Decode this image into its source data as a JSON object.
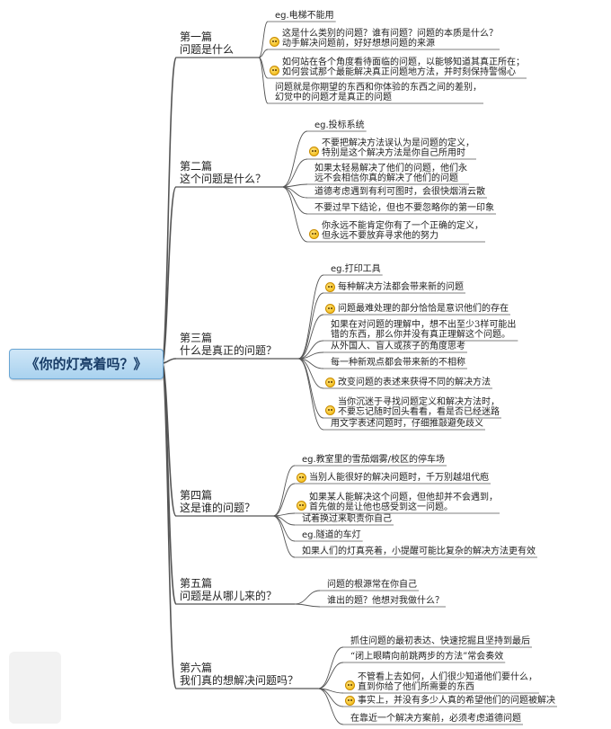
{
  "root": {
    "label": "《你的灯亮着吗？》"
  },
  "chapters": [
    {
      "title": "第一篇",
      "subtitle": "问题是什么",
      "items": [
        {
          "text": "eg.电梯不能用",
          "eg": true
        },
        {
          "lines": [
            "这是什么类别的问题？谁有问题？问题的本质是什么？",
            "动手解决问题前，好好想想问题的来源"
          ],
          "icon": "smiley-icon"
        },
        {
          "lines": [
            "如何站在各个角度看待面临的问题，以能够知道其真正所在；",
            "如何尝试那个最能解决真正问题地方法，并时刻保持警惕心"
          ],
          "icon": "smiley-icon"
        },
        {
          "lines": [
            "问题就是你期望的东西和你体验的东西之间的差别，",
            "幻觉中的问题才是真正的问题"
          ]
        }
      ]
    },
    {
      "title": "第二篇",
      "subtitle": "这个问题是什么？",
      "items": [
        {
          "text": "eg.投标系统",
          "eg": true
        },
        {
          "lines": [
            "不要把解决方法误认为是问题的定义，",
            "特别是这个解决方法是你自己所用时"
          ],
          "icon": "smiley-icon"
        },
        {
          "lines": [
            "如果太轻易解决了他们的问题，他们永",
            "远不会相信你真的解决了他们的问题"
          ]
        },
        {
          "lines": [
            "道德考虑遇到有利可图时，会很快烟消云散"
          ]
        },
        {
          "lines": [
            "不要过早下结论，但也不要忽略你的第一印象"
          ]
        },
        {
          "lines": [
            "你永远不能肯定你有了一个正确的定义，",
            "但永远不要放弃寻求他的努力"
          ],
          "icon": "smiley-icon"
        }
      ]
    },
    {
      "title": "第三篇",
      "subtitle": "什么是真正的问题？",
      "items": [
        {
          "text": "eg.打印工具",
          "eg": true
        },
        {
          "lines": [
            "每种解决方法都会带来新的问题"
          ],
          "icon": "smiley-icon"
        },
        {
          "lines": [
            "问题最难处理的部分恰恰是意识他们的存在"
          ],
          "icon": "smiley-icon"
        },
        {
          "lines": [
            "如果在对问题的理解中，想不出至少3样可能出",
            "错的东西，那么你并没有真正理解这个问题。"
          ]
        },
        {
          "lines": [
            "从外国人、盲人或孩子的角度思考"
          ]
        },
        {
          "lines": [
            "每一种新观点都会带来新的不相称"
          ]
        },
        {
          "lines": [
            "改变问题的表述来获得不同的解决方法"
          ],
          "icon": "smiley-icon"
        },
        {
          "lines": [
            "当你沉迷于寻找问题定义和解决方法时，",
            "不要忘记随时回头看看，看是否已经迷路"
          ],
          "icon": "smiley-icon"
        },
        {
          "lines": [
            "用文字表述问题时，仔细推敲避免歧义"
          ]
        }
      ]
    },
    {
      "title": "第四篇",
      "subtitle": "这是谁的问题？",
      "items": [
        {
          "text": "eg.教室里的雪茄烟雾/校区的停车场",
          "eg": true
        },
        {
          "lines": [
            "当别人能很好的解决问题时，千万别越俎代庖"
          ],
          "icon": "smiley-icon"
        },
        {
          "lines": [
            "如果某人能解决这个问题，但他却并不会遇到，",
            "首先做的是让他也感受到这一问题。"
          ],
          "icon": "smiley-icon"
        },
        {
          "lines": [
            "试着换过来职责你自己"
          ]
        },
        {
          "text": "eg.隧道的车灯",
          "eg": true
        },
        {
          "lines": [
            "如果人们的灯真亮着，小提醒可能比复杂的解决方法更有效"
          ]
        }
      ]
    },
    {
      "title": "第五篇",
      "subtitle": "问题是从哪儿来的？",
      "items": [
        {
          "lines": [
            "问题的根源常在你自己"
          ]
        },
        {
          "lines": [
            "谁出的题？他想对我做什么？"
          ]
        }
      ]
    },
    {
      "title": "第六篇",
      "subtitle": "我们真的想解决问题吗？",
      "items": [
        {
          "lines": [
            "抓住问题的最初表达、快速挖掘且坚持到最后"
          ]
        },
        {
          "lines": [
            "“闭上眼睛向前跳两步的方法”常会奏效"
          ]
        },
        {
          "lines": [
            "不管看上去如何，人们很少知道他们要什么，",
            "直到你给了他们所需要的东西"
          ],
          "icon": "smiley-icon"
        },
        {
          "lines": [
            "事实上，并没有多少人真的希望他们的问题被解决"
          ],
          "icon": "smiley-icon"
        },
        {
          "lines": [
            "在靠近一个解决方案前，必须考虑道德问题"
          ]
        }
      ]
    }
  ]
}
